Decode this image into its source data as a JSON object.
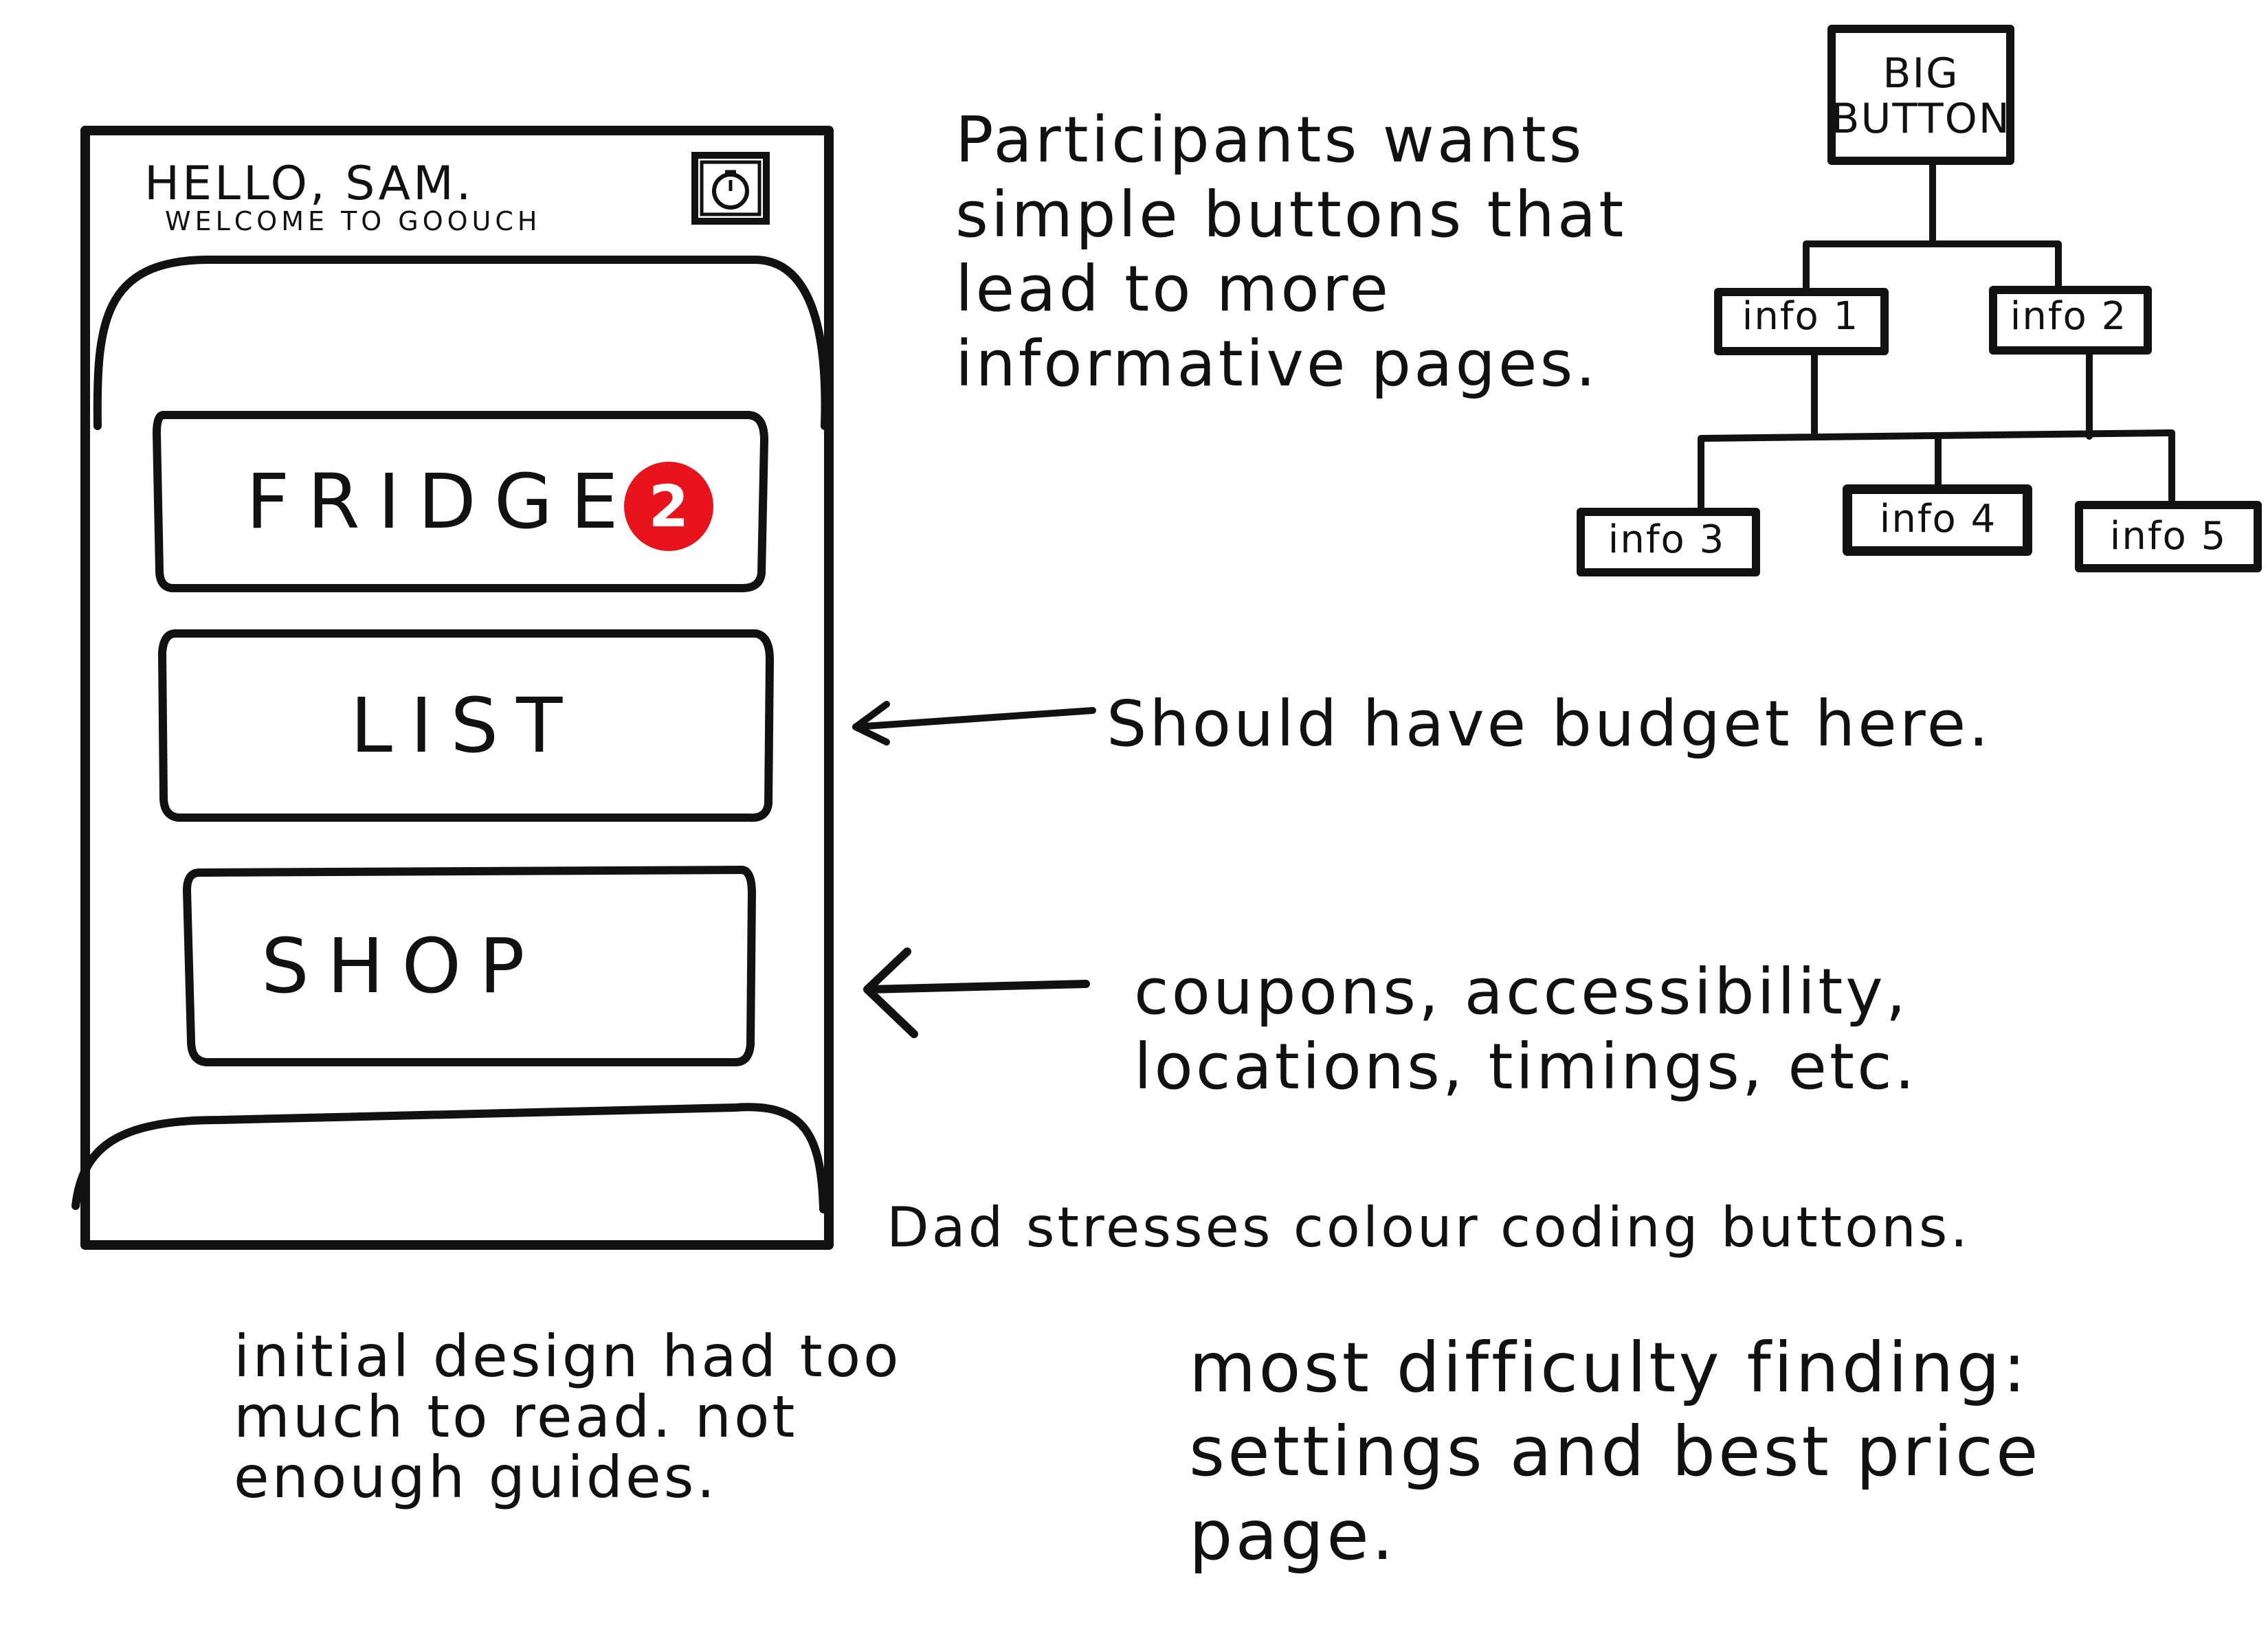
{
  "phone": {
    "greeting": "HELLO, SAM.",
    "welcome": "WELCOME TO GOOUCH",
    "timer_icon": "timer-icon",
    "buttons": {
      "fridge": "FRIDGE",
      "fridge_badge": "2",
      "list": "LIST",
      "shop": "SHOP"
    },
    "badge_color": "#e8131b"
  },
  "notes": {
    "participant": "Participants wants simple buttons that lead to more informative pages.",
    "budget": "Should have budget here.",
    "coupons": "coupons, accessibility, locations, timings, etc.",
    "dad": "Dad stresses colour coding buttons.",
    "initial": "initial design had too much to read. not enough guides.",
    "difficulty": "most difficulty finding: settings and best price page."
  },
  "tree": {
    "root": "BIG BUTTON",
    "nodes": [
      "info 1",
      "info 2",
      "info 3",
      "info 4",
      "info 5"
    ]
  }
}
